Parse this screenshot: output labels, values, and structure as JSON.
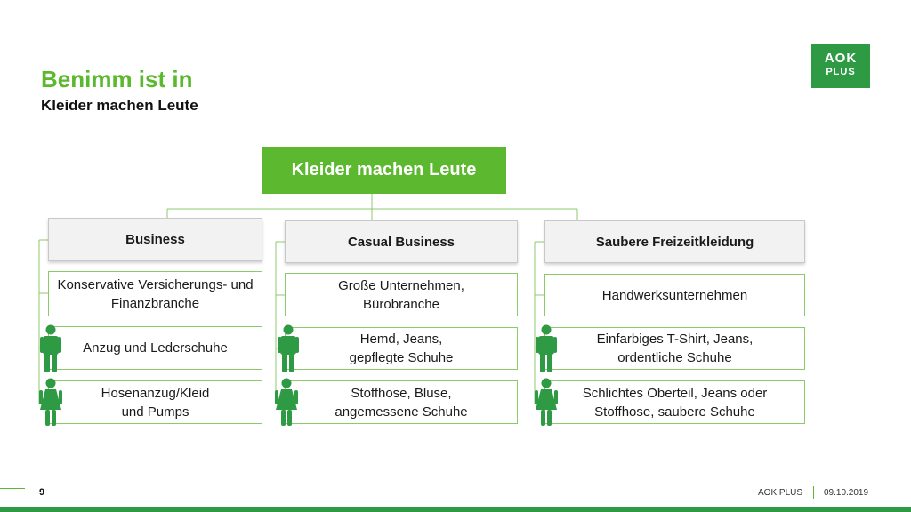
{
  "header": {
    "title": "Benimm ist in",
    "subtitle": "Kleider machen Leute"
  },
  "logo": {
    "line1": "AOK",
    "line2": "PLUS",
    "color": "#2e9a44"
  },
  "diagram": {
    "root": "Kleider machen Leute",
    "columns": [
      {
        "header": "Business",
        "items": [
          "Konservative Versicherungs- und Finanzbranche",
          "Anzug und Lederschuhe",
          "Hosenanzug/Kleid und Pumps"
        ]
      },
      {
        "header": "Casual Business",
        "items": [
          "Große Unternehmen, Bürobranche",
          "Hemd, Jeans, gepflegte Schuhe",
          "Stoffhose, Bluse, angemessene Schuhe"
        ]
      },
      {
        "header": "Saubere Freizeitkleidung",
        "items": [
          "Handwerksunternehmen",
          "Einfarbiges T-Shirt, Jeans, ordentliche Schuhe",
          "Schlichtes Oberteil, Jeans oder Stoffhose, saubere Schuhe"
        ]
      }
    ],
    "icons": [
      "male-icon",
      "female-icon"
    ]
  },
  "footer": {
    "page": "9",
    "org": "AOK PLUS",
    "date": "09.10.2019"
  },
  "colors": {
    "accent": "#5cb82e",
    "dark_green": "#2e9a44",
    "person": "#2e9a44"
  }
}
